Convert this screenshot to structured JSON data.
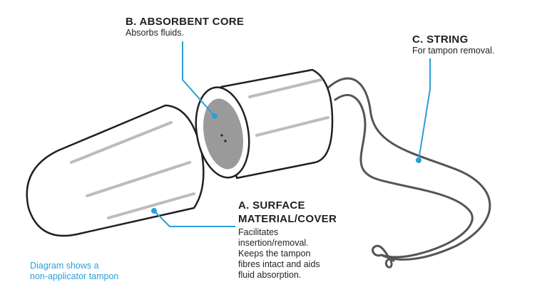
{
  "labels": {
    "b_title": "B. ABSORBENT CORE",
    "b_desc": "Absorbs fluids.",
    "c_title": "C. STRING",
    "c_desc": "For tampon removal.",
    "a_title_1": "A. SURFACE",
    "a_title_2": "MATERIAL/COVER",
    "a_desc_1": "Facilitates",
    "a_desc_2": "insertion/removal.",
    "a_desc_3": "Keeps the tampon",
    "a_desc_4": "fibres intact and aids",
    "a_desc_5": "fluid absorption."
  },
  "note": {
    "line_1": "Diagram shows a",
    "line_2": "non-applicator tampon"
  },
  "colors": {
    "accent": "#2a9fd6",
    "outline": "#231f20",
    "core_fill": "#9a9a9a",
    "string": "#555555",
    "stripe": "#bcbcbc"
  }
}
